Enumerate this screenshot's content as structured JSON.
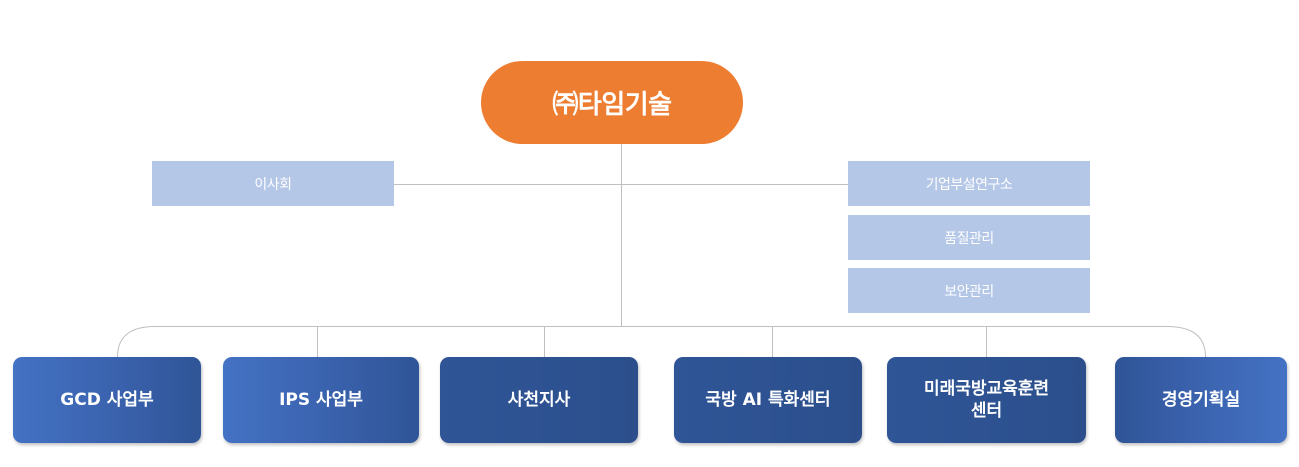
{
  "root": {
    "label": "㈜타임기술"
  },
  "board": {
    "label": "이사회"
  },
  "staff": [
    {
      "label": "기업부설연구소"
    },
    {
      "label": "품질관리"
    },
    {
      "label": "보안관리"
    }
  ],
  "departments": [
    {
      "label": "GCD 사업부"
    },
    {
      "label": "IPS 사업부"
    },
    {
      "label": "사천지사"
    },
    {
      "label": "국방 AI 특화센터"
    },
    {
      "label": "미래국방교육훈련\n센터"
    },
    {
      "label": "경영기획실"
    }
  ],
  "colors": {
    "root": "#ED7D31",
    "staff_box": "#B4C7E7",
    "department_dark": "#2F5597",
    "department_light": "#4472C4",
    "connector": "#BFBFBF"
  }
}
